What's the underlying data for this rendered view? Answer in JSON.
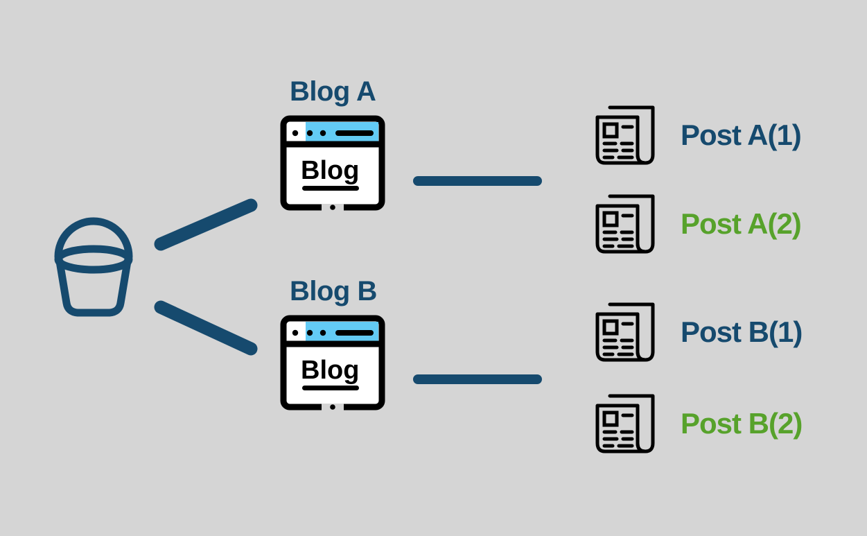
{
  "diagram": {
    "title": "Blog storage bucket fan-out diagram",
    "background_color": "#d5d5d5",
    "colors": {
      "navy": "#164a6e",
      "green": "#57a22b",
      "black": "#000000",
      "titlebar_blue": "#63cbf5",
      "window_white": "#ffffff"
    }
  },
  "bucket": {
    "icon": "bucket-icon",
    "label": ""
  },
  "edges": {
    "bucket_to_blog_a": "bucket-to-blog-a-line",
    "bucket_to_blog_b": "bucket-to-blog-b-line",
    "blog_a_to_posts": "blog-a-to-posts-line",
    "blog_b_to_posts": "blog-b-to-posts-line"
  },
  "blogs": [
    {
      "title": "Blog A",
      "window_text": "Blog",
      "icon": "browser-window-icon"
    },
    {
      "title": "Blog B",
      "window_text": "Blog",
      "icon": "browser-window-icon"
    }
  ],
  "posts": [
    {
      "label": "Post A(1)",
      "color": "navy",
      "icon": "newspaper-icon",
      "blog": "Blog A"
    },
    {
      "label": "Post A(2)",
      "color": "green",
      "icon": "newspaper-icon",
      "blog": "Blog A"
    },
    {
      "label": "Post B(1)",
      "color": "navy",
      "icon": "newspaper-icon",
      "blog": "Blog B"
    },
    {
      "label": "Post B(2)",
      "color": "green",
      "icon": "newspaper-icon",
      "blog": "Blog B"
    }
  ]
}
